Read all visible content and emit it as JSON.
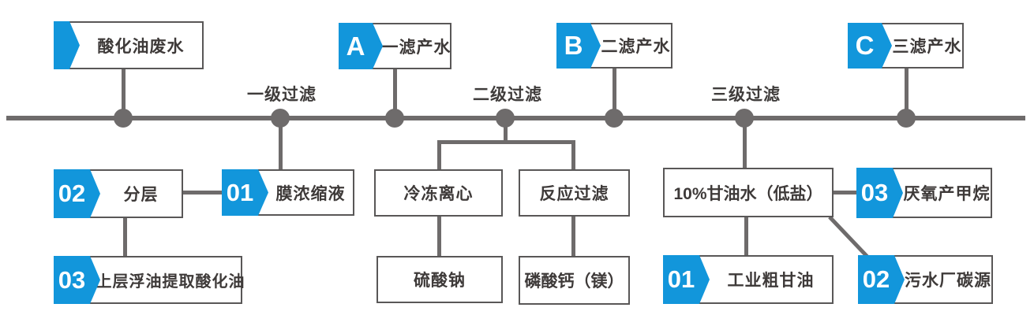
{
  "colors": {
    "accent_blue": "#1296db",
    "line_gray": "#6e6b6b",
    "box_border_gray": "#595757",
    "text_dark": "#3e3a39"
  },
  "stage_labels": {
    "stage1": "一级过滤",
    "stage2": "二级过滤",
    "stage3": "三级过滤"
  },
  "top_row": {
    "feed": {
      "label": "酸化油废水"
    },
    "filter1": {
      "badge": "A",
      "label": "一滤产水"
    },
    "filter2": {
      "badge": "B",
      "label": "二滤产水"
    },
    "filter3": {
      "badge": "C",
      "label": "三滤产水"
    }
  },
  "branches": {
    "layering": {
      "badge": "02",
      "label": "分层"
    },
    "membrane_concentrate": {
      "badge": "01",
      "label": "膜浓缩液"
    },
    "top_oil_extraction": {
      "badge": "03",
      "label": "上层浮油提取酸化油"
    },
    "freeze_centrifuge": {
      "label": "冷冻离心"
    },
    "sodium_sulfate": {
      "label": "硫酸钠"
    },
    "reaction_filter": {
      "label": "反应过滤"
    },
    "calcium_phosphate": {
      "label": "磷酸钙（镁）"
    },
    "glycerol_water": {
      "label": "10%甘油水（低盐）"
    },
    "anaerobic_methane": {
      "badge": "03",
      "label": "厌氧产甲烷"
    },
    "crude_glycerol": {
      "badge": "01",
      "label": "工业粗甘油"
    },
    "sewage_carbon_source": {
      "badge": "02",
      "label": "污水厂碳源"
    }
  }
}
